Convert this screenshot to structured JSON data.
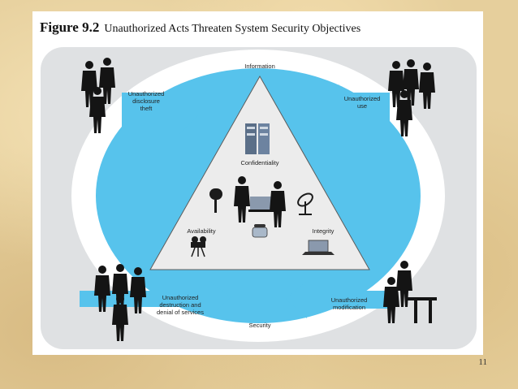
{
  "figure": {
    "number": "Figure 9.2",
    "title": "Unauthorized Acts Threaten System Security Objectives"
  },
  "diagram": {
    "top_label": "Information",
    "bottom_label": "Security",
    "center_label": "Confidentiality",
    "left_corner_label": "Availability",
    "right_corner_label": "Integrity",
    "threats": {
      "top_left": [
        "Unauthorized",
        "disclosure",
        "theft"
      ],
      "top_right": [
        "Unauthorized",
        "use"
      ],
      "bottom_left": [
        "Unauthorized",
        "destruction and",
        "denial of services"
      ],
      "bottom_right": [
        "Unauthorized",
        "modification"
      ]
    },
    "colors": {
      "frame": "#dfe1e3",
      "ring": "#ffffff",
      "ellipse": "#57c3ec",
      "triangle": "#ececec",
      "arrow": "#57c3ec",
      "figures": "#141414",
      "background": "#e6cf9c"
    },
    "icons": [
      "server-icon",
      "mailbox-icon",
      "office-workers-icon",
      "satellite-dish-icon",
      "telephone-icon",
      "camera-icon",
      "laptop-icon",
      "people-group-icon"
    ]
  },
  "page_number": "11"
}
